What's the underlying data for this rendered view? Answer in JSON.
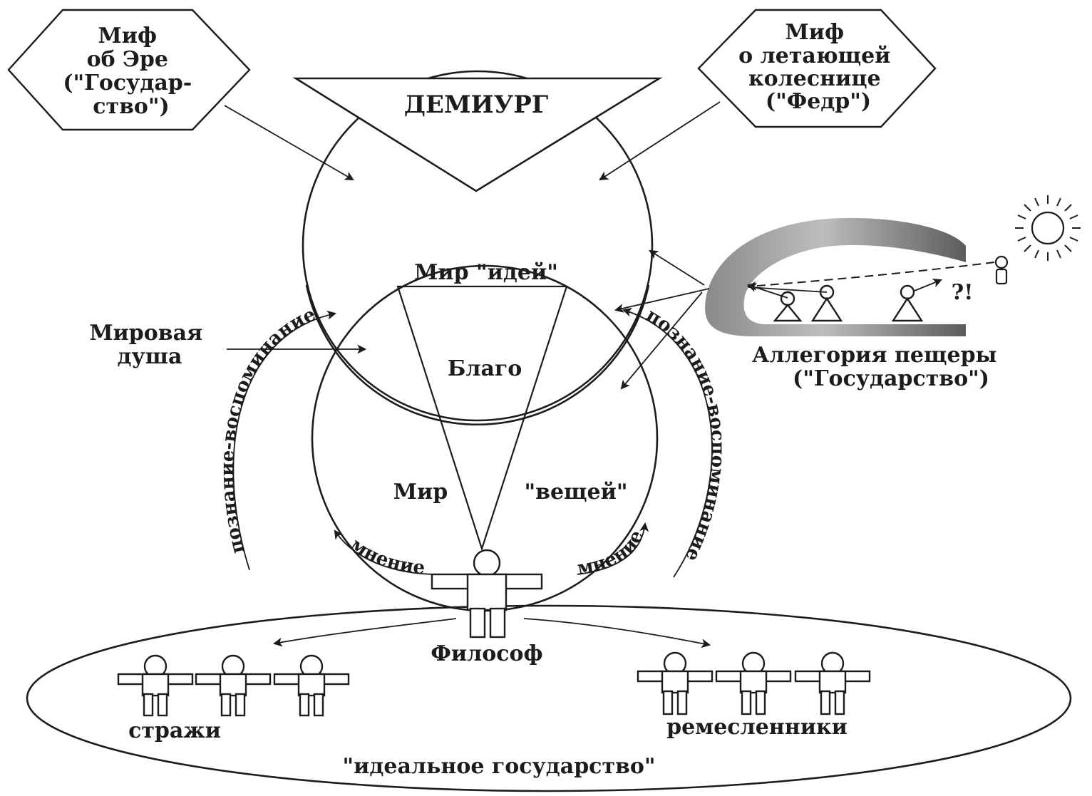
{
  "myth_er": {
    "lines": [
      "Миф",
      "об Эре",
      "(\"Государ-",
      "ство\")"
    ]
  },
  "myth_chariot": {
    "lines": [
      "Миф",
      "о летающей",
      "колеснице",
      "(\"Федр\")"
    ]
  },
  "demiurge": {
    "label": "ДЕМИУРГ"
  },
  "world_ideas": {
    "label": "Мир \"идей\""
  },
  "world_soul": {
    "lines": [
      "Мировая",
      "душа"
    ]
  },
  "good": {
    "label": "Благо"
  },
  "world_things": {
    "label_left": "Мир",
    "label_right": "\"вещей\""
  },
  "cave": {
    "lines": [
      "Аллегория пещеры",
      "(\"Государство\")"
    ],
    "exclaim": "?!"
  },
  "knowledge_left": {
    "label": "познание-воспоминание"
  },
  "knowledge_right": {
    "label": "познание-воспоминание"
  },
  "opinion_left": {
    "label": "мнение"
  },
  "opinion_right": {
    "label": "мнение"
  },
  "philosopher": {
    "label": "Философ"
  },
  "guards": {
    "label": "стражи"
  },
  "craftsmen": {
    "label": "ремесленники"
  },
  "ideal_state": {
    "label": "\"идеальное государство\""
  }
}
